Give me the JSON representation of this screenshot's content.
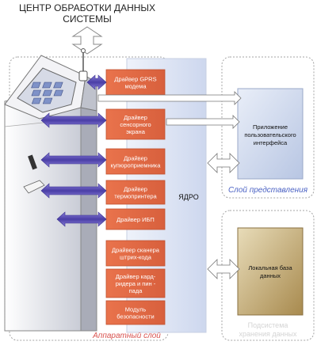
{
  "header": {
    "title_line1": "ЦЕНТР ОБРАБОТКИ ДАННЫХ",
    "title_line2": "СИСТЕМЫ"
  },
  "kernel": {
    "label": "ЯДРО"
  },
  "drivers": [
    {
      "lines": [
        "Драйвер GPRS",
        "модема"
      ]
    },
    {
      "lines": [
        "Драйвер",
        "сенсорного",
        "экрана"
      ]
    },
    {
      "lines": [
        "Драйвер",
        "купюроприемника"
      ]
    },
    {
      "lines": [
        "Драйвер",
        "термопринтера"
      ]
    },
    {
      "lines": [
        "Драйвер ИБП"
      ]
    },
    {
      "lines": [
        "Драйвер сканера",
        "штрих-кода"
      ]
    },
    {
      "lines": [
        "Драйвер кард-",
        "ридера и пин -",
        "пада"
      ]
    },
    {
      "lines": [
        "Модуль",
        "безопасности"
      ]
    }
  ],
  "hardware_layer": {
    "label": "Аппаратный слой"
  },
  "presentation": {
    "app_lines": [
      "Приложение",
      "пользовательского",
      "интерфейса"
    ],
    "layer_label": "Слой представления"
  },
  "storage": {
    "db_lines": [
      "Локальная база",
      "данных"
    ],
    "layer_lines": [
      "Подсистема",
      "хранения данных"
    ]
  },
  "colors": {
    "driver_fill": "#e07050",
    "driver_stroke": "#c0502f",
    "arrow_blue": "#5b4fb0",
    "presentation_fill": "#cfd8ea",
    "storage_fill": "#c8b07a",
    "label_red": "#d9534f",
    "label_blue": "#4b62c4"
  }
}
